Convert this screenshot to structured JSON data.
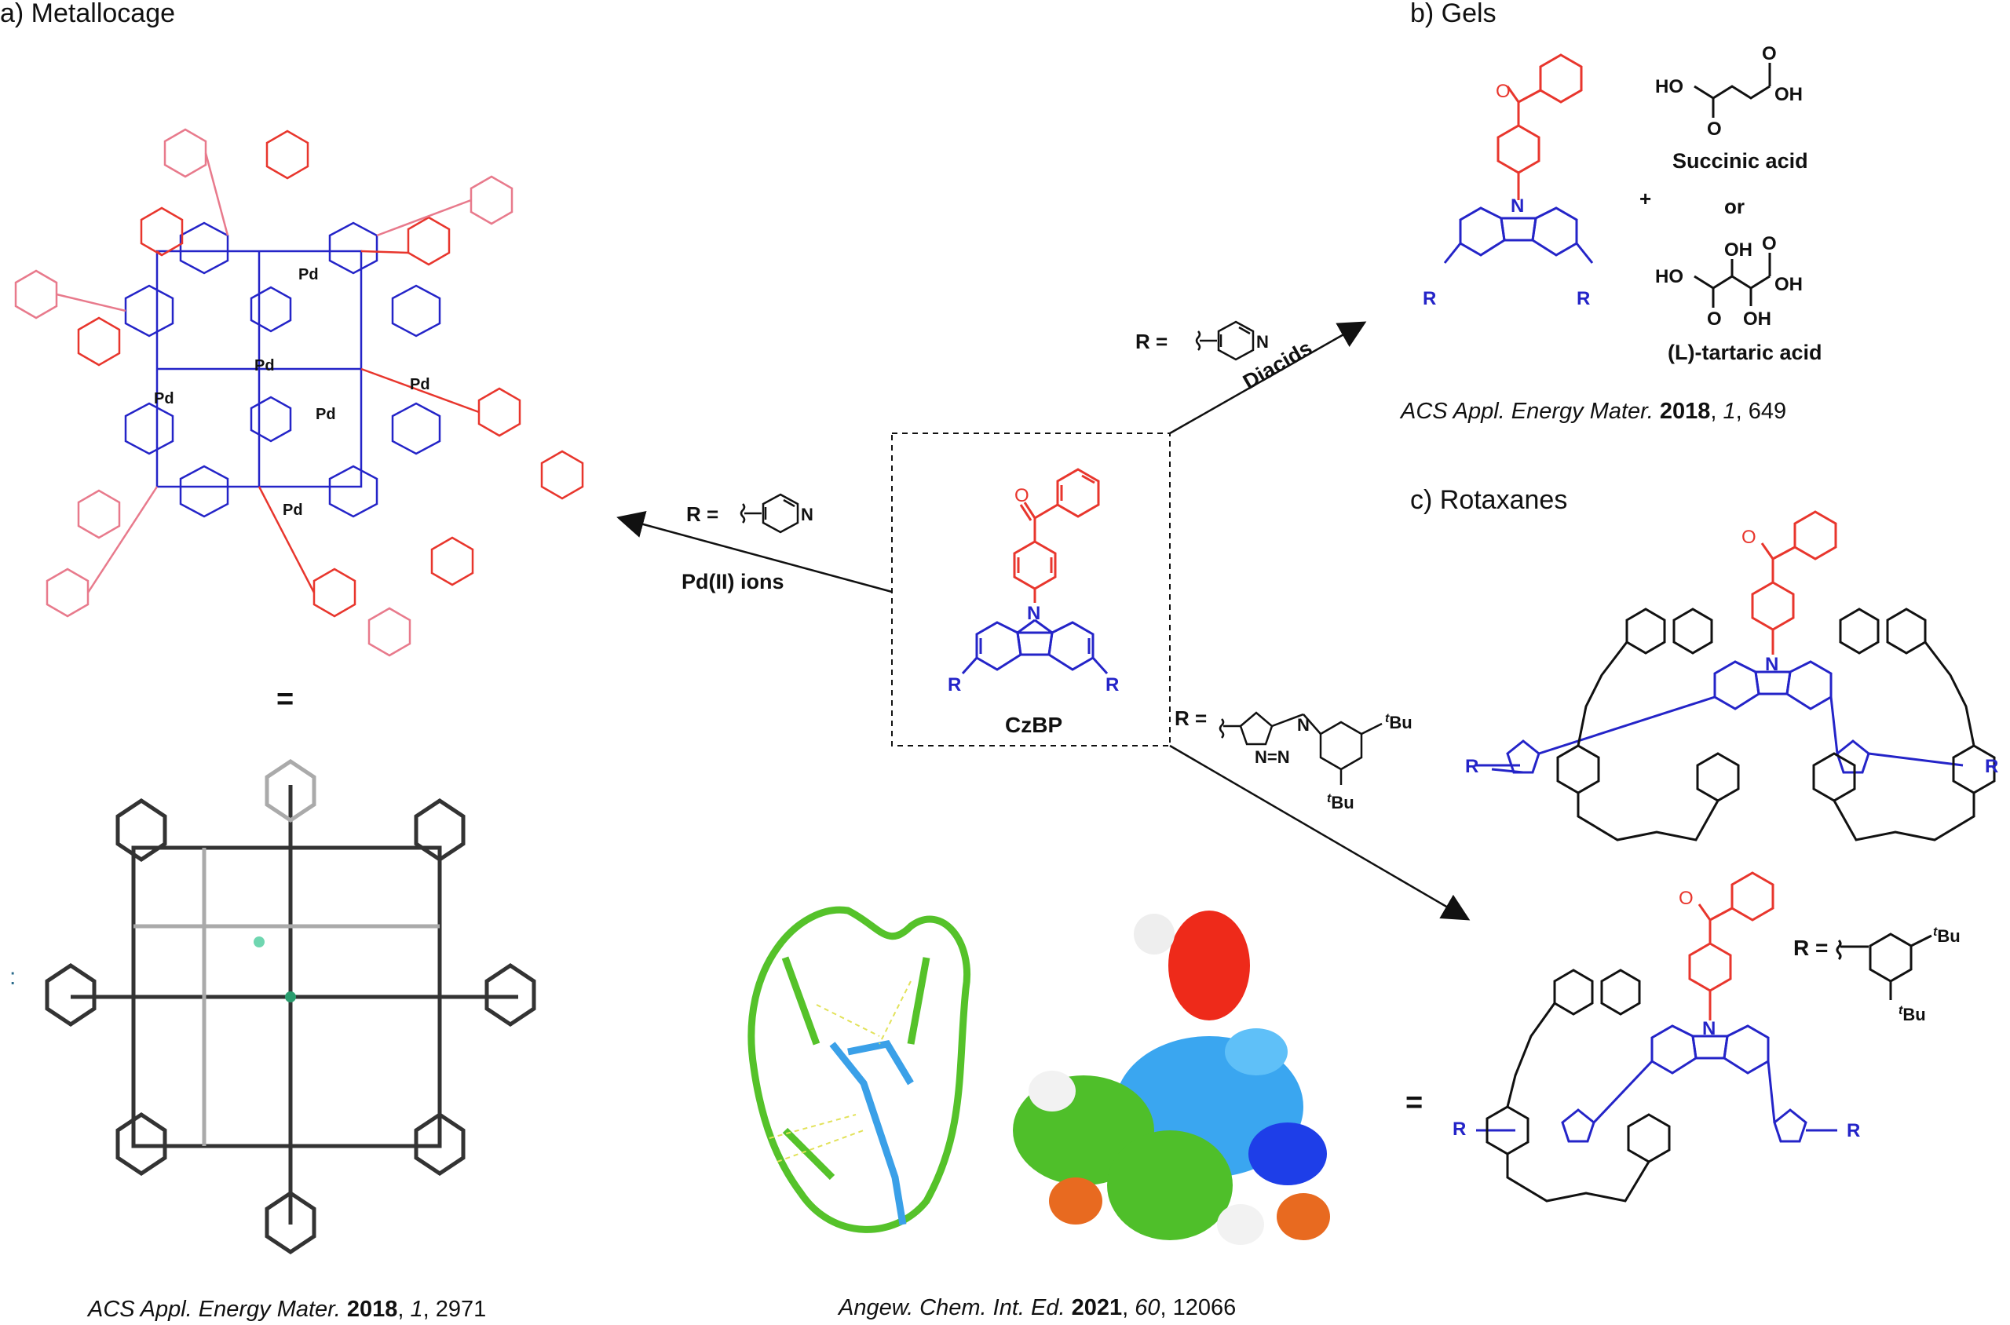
{
  "panels": {
    "a_label": "a) Metallocage",
    "b_label": "b) Gels",
    "c_label": "c) Rotaxanes"
  },
  "references": {
    "a": {
      "journal": "ACS Appl. Energy Mater.",
      "year": "2018",
      "volume": "1",
      "page": ", 2971"
    },
    "b": {
      "journal": "ACS Appl. Energy Mater.",
      "year": "2018",
      "volume": "1",
      "page": ", 649"
    },
    "c": {
      "journal": "Angew. Chem. Int. Ed.",
      "year": "2021",
      "volume": "60",
      "page": ", 12066"
    }
  },
  "center": {
    "compound_name": "CzBP",
    "substituent_label": "R",
    "N_label": "N",
    "O_label": "O"
  },
  "arrows": {
    "left_condition": "Pd(II) ions",
    "left_R": "R =",
    "upper_right_condition": "Diacids",
    "upper_right_R": "R =",
    "lower_right_R": "R ="
  },
  "gels": {
    "plus": "+",
    "succinic_acid": "Succinic acid",
    "or": "or",
    "tartaric_acid": "(L)-tartaric acid",
    "HO": "HO",
    "OH": "OH",
    "O": "O"
  },
  "metallocage": {
    "metal": "Pd",
    "equals": "="
  },
  "rotaxanes": {
    "equals": "=",
    "R_eq": "R =",
    "tBu": "Bu",
    "t": "t"
  },
  "colors": {
    "ketone": "#e8362d",
    "carbazole": "#2424c8",
    "frame": "#111111",
    "pink": "#e87a8c"
  }
}
